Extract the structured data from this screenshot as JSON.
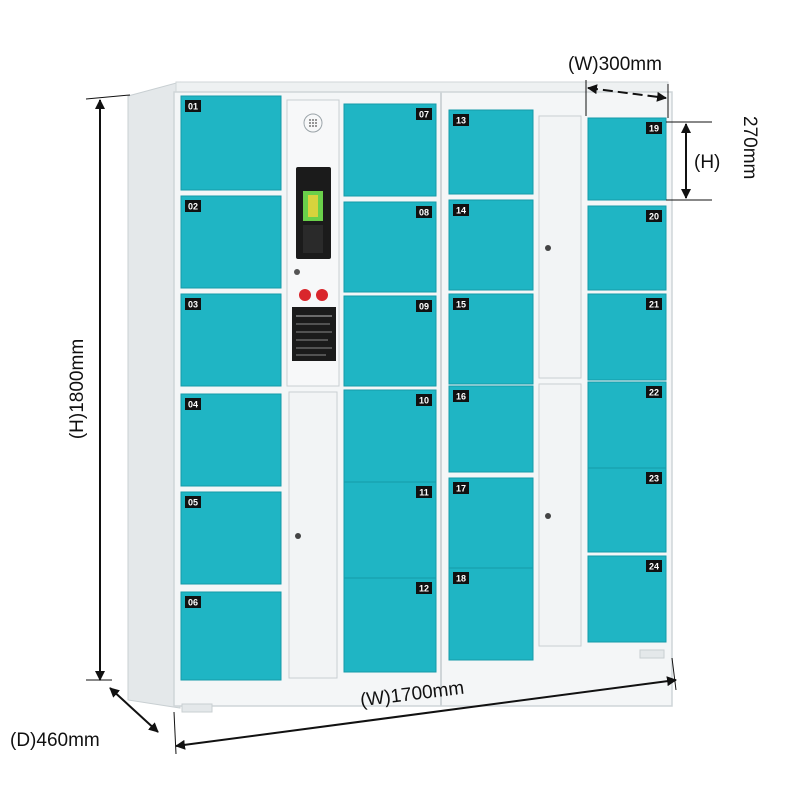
{
  "dimensions": {
    "width_total": "(W)1700mm",
    "height_total": "(H)1800mm",
    "depth": "(D)460mm",
    "door_width": "(W)300mm",
    "door_height_value": "270mm",
    "door_height_tag": "(H)"
  },
  "lockers": [
    "01",
    "02",
    "03",
    "04",
    "05",
    "06",
    "07",
    "08",
    "09",
    "10",
    "11",
    "12",
    "13",
    "14",
    "15",
    "16",
    "17",
    "18",
    "19",
    "20",
    "21",
    "22",
    "23",
    "24"
  ],
  "colors": {
    "door": "#1fb5c4",
    "door_edge": "#159aa8",
    "frame": "#f4f6f7",
    "frame_edge": "#cfd5d8",
    "screen": "#1b1b1b",
    "display": "#6ad04a",
    "button": "#d9262c"
  }
}
